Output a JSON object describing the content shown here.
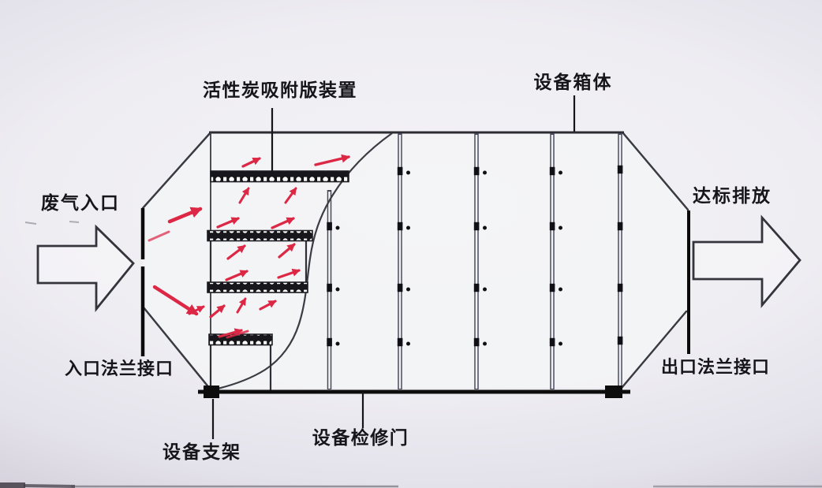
{
  "diagram": {
    "title_note": "activated carbon adsorption equipment schematic",
    "labels": {
      "carbon_plate": "活性炭吸附版装置",
      "equipment_box": "设备箱体",
      "waste_gas_inlet": "废气入口",
      "discharge": "达标排放",
      "inlet_flange": "入口法兰接口",
      "outlet_flange": "出口法兰接口",
      "support": "设备支架",
      "access_door": "设备检修门"
    },
    "colors": {
      "line": "#34343c",
      "flange": "#0a0a0a",
      "flow_arrow": "#dc2745",
      "background_center": "#f4f3f6",
      "background_edge": "#a199a5"
    }
  }
}
